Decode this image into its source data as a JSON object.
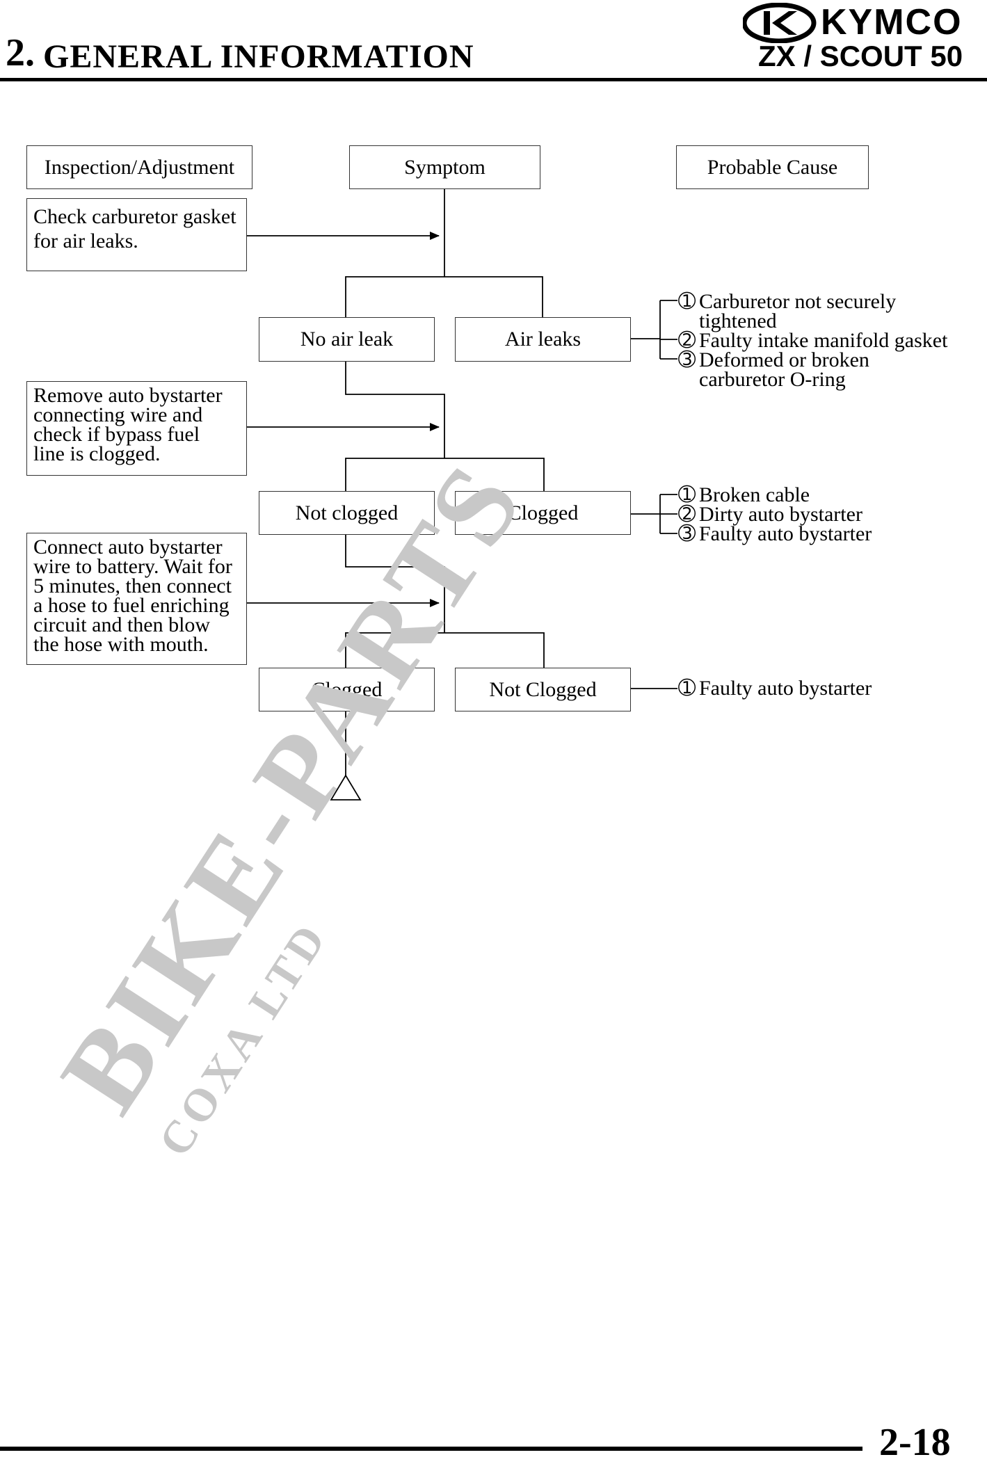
{
  "header": {
    "chapter_number": "2.",
    "chapter_title": "GENERAL INFORMATION",
    "brand": "KYMCO",
    "model": "ZX / SCOUT 50"
  },
  "columns": {
    "inspection": "Inspection/Adjustment",
    "symptom": "Symptom",
    "cause": "Probable Cause"
  },
  "steps": [
    {
      "inspection": [
        "Check carburetor gasket",
        "for air leaks."
      ]
    },
    {
      "inspection": [
        "Remove auto bystarter",
        "connecting wire and",
        "check if bypass fuel",
        "line is clogged."
      ]
    },
    {
      "inspection": [
        "Connect auto bystarter",
        "wire to battery. Wait for",
        "5 minutes, then connect",
        "a hose to fuel enriching",
        "circuit and then blow",
        "the hose with mouth."
      ]
    }
  ],
  "results": {
    "r1_left": "No air leak",
    "r1_right": "Air leaks",
    "r2_left": "Not clogged",
    "r2_right": "Clogged",
    "r3_left": "Clogged",
    "r3_right": "Not Clogged"
  },
  "causes": {
    "c1": [
      {
        "num": "➀",
        "lines": [
          "Carburetor not securely",
          "tightened"
        ]
      },
      {
        "num": "➁",
        "lines": [
          "Faulty intake manifold gasket"
        ]
      },
      {
        "num": "➂",
        "lines": [
          "Deformed or broken",
          "carburetor O-ring"
        ]
      }
    ],
    "c2": [
      {
        "num": "➀",
        "lines": [
          "Broken cable"
        ]
      },
      {
        "num": "➁",
        "lines": [
          "Dirty auto bystarter"
        ]
      },
      {
        "num": "➂",
        "lines": [
          "Faulty auto bystarter"
        ]
      }
    ],
    "c3": [
      {
        "num": "➀",
        "lines": [
          "Faulty auto bystarter"
        ]
      }
    ]
  },
  "watermark": {
    "main": "BIKE-PARTS",
    "sub": "COXA LTD",
    "color": "#c8c8c8"
  },
  "footer": {
    "page": "2-18"
  }
}
